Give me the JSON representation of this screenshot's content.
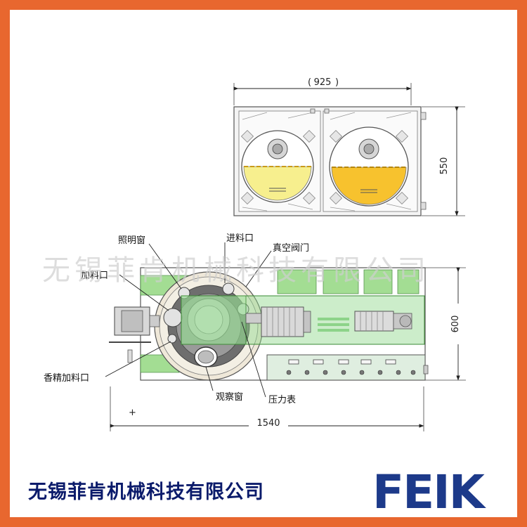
{
  "dimensions": {
    "top_width": "925",
    "top_height": "550",
    "front_height": "600",
    "front_width": "1540"
  },
  "labels": {
    "lighting_window": "照明窗",
    "feed_inlet": "进料口",
    "vacuum_valve": "真空阀门",
    "add_inlet": "加料口",
    "flavor_inlet": "香精加料口",
    "observation_window": "观察窗",
    "pressure_gauge": "压力表"
  },
  "watermark": "无锡菲肯机械科技有限公司",
  "footer": {
    "company_name": "无锡菲肯机械科技有限公司",
    "logo_text": "FEIK"
  },
  "colors": {
    "border": "#e8672f",
    "tank_fill_left": "#f7ef8e",
    "tank_fill_right": "#f7c22e",
    "frame_green": "#9fdc8e",
    "logo_blue": "#1d3a8a",
    "company_text": "#0b1b6b"
  }
}
